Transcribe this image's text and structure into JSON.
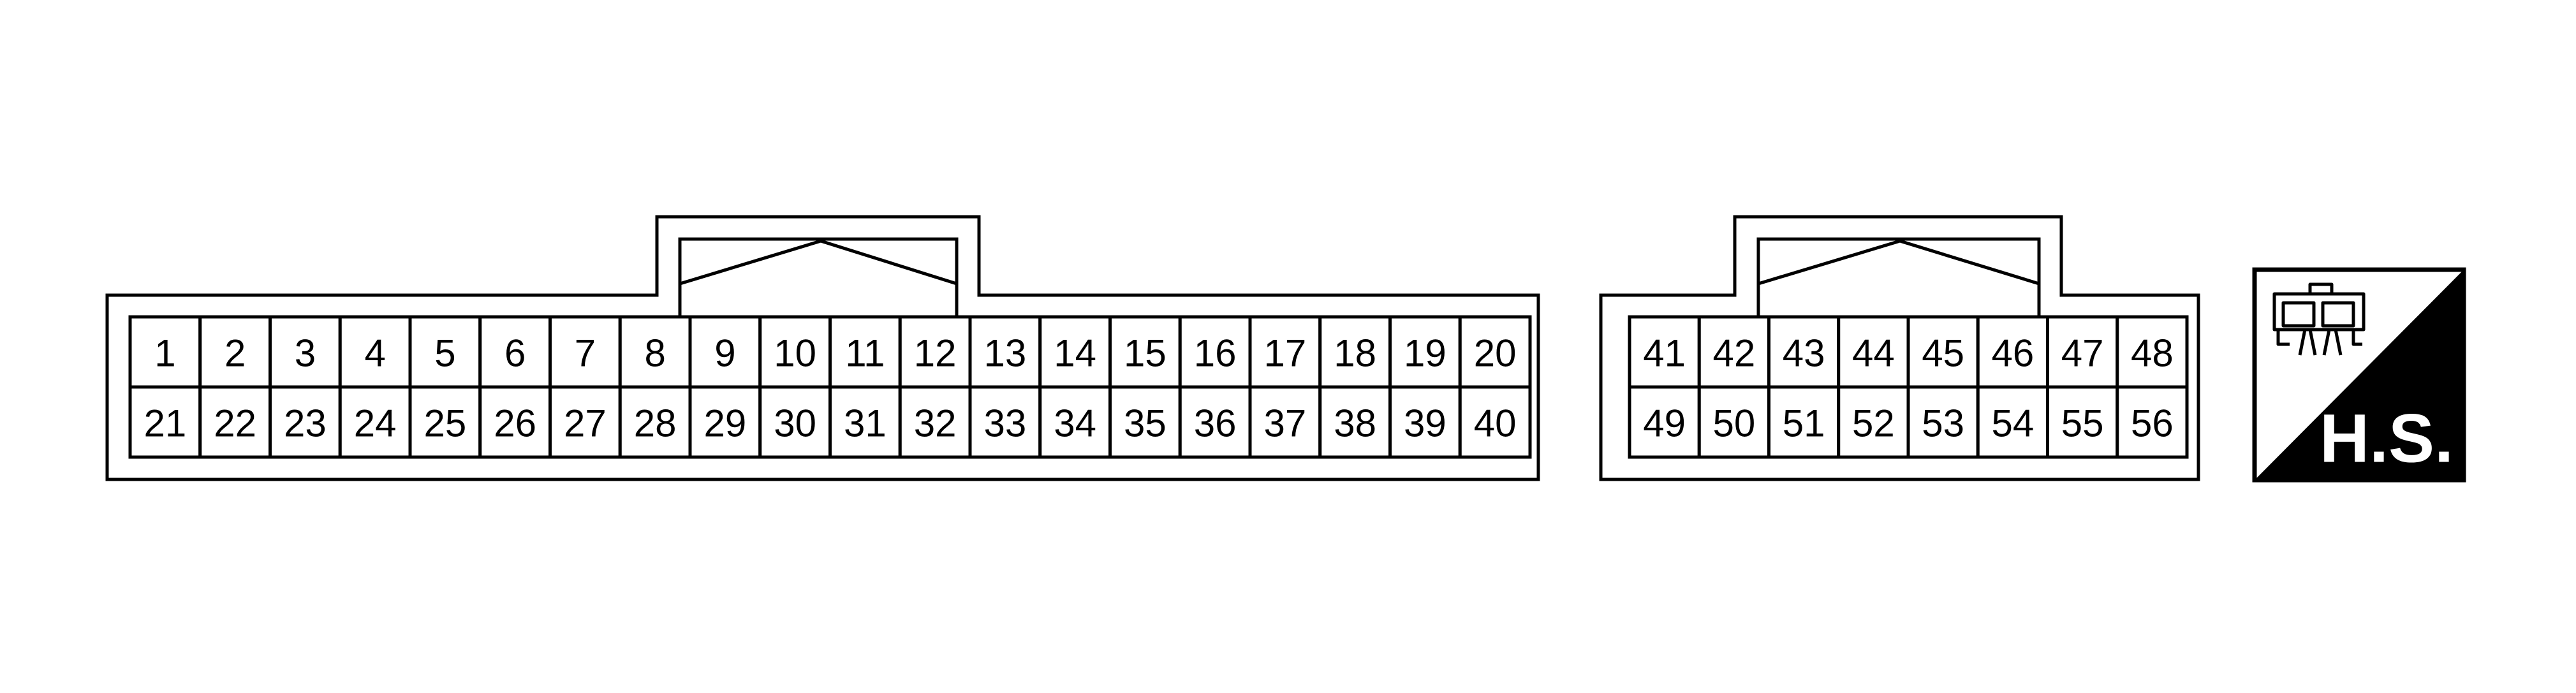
{
  "connectors": [
    {
      "id": "connector-left",
      "rows": [
        [
          "1",
          "2",
          "3",
          "4",
          "5",
          "6",
          "7",
          "8",
          "9",
          "10",
          "11",
          "12",
          "13",
          "14",
          "15",
          "16",
          "17",
          "18",
          "19",
          "20"
        ],
        [
          "21",
          "22",
          "23",
          "24",
          "25",
          "26",
          "27",
          "28",
          "29",
          "30",
          "31",
          "32",
          "33",
          "34",
          "35",
          "36",
          "37",
          "38",
          "39",
          "40"
        ]
      ]
    },
    {
      "id": "connector-right",
      "rows": [
        [
          "41",
          "42",
          "43",
          "44",
          "45",
          "46",
          "47",
          "48"
        ],
        [
          "49",
          "50",
          "51",
          "52",
          "53",
          "54",
          "55",
          "56"
        ]
      ]
    }
  ],
  "symbol": {
    "label": "H.S.",
    "icon": "connector-harness-side-icon",
    "colors": {
      "fill": "#000000",
      "background": "#ffffff"
    }
  }
}
